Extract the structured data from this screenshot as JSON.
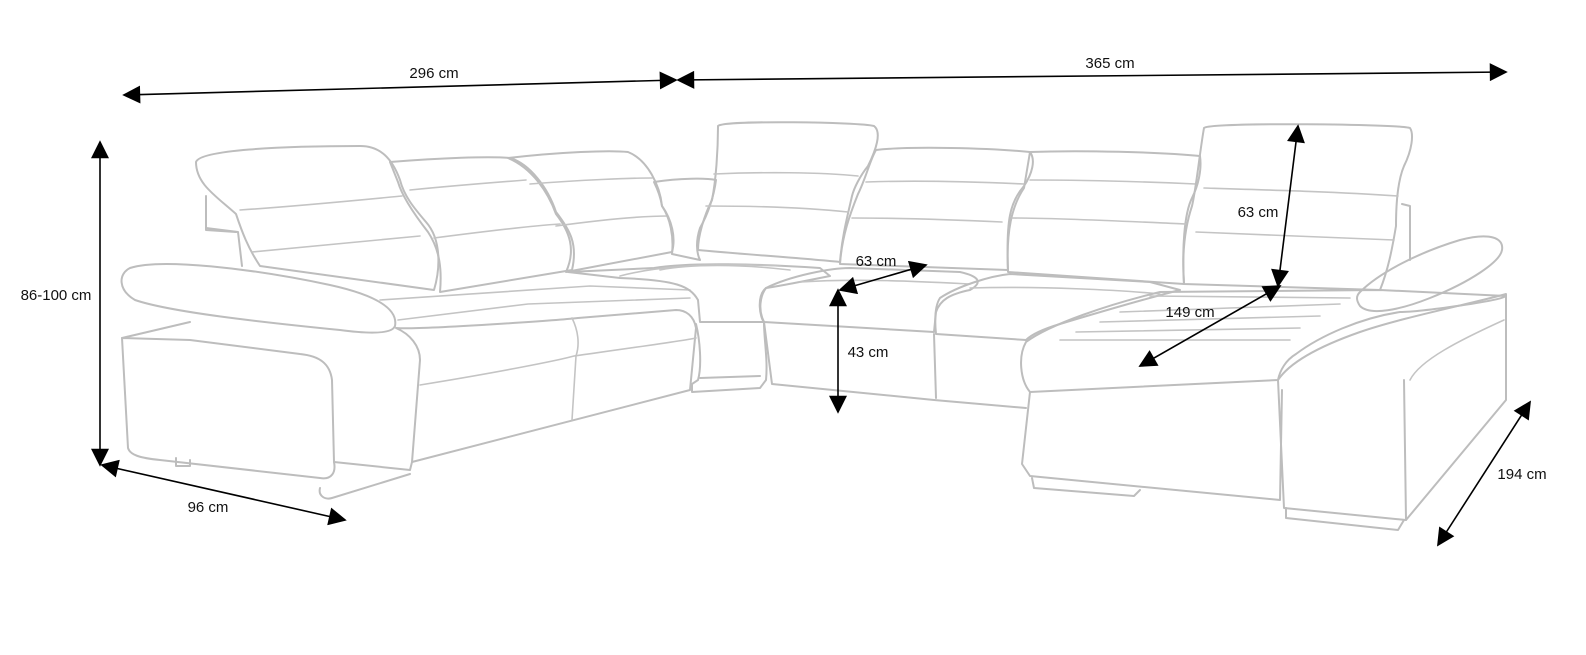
{
  "dimensions": {
    "left_width": "296 cm",
    "right_width": "365 cm",
    "height": "86-100 cm",
    "left_depth": "96 cm",
    "right_depth": "194 cm",
    "headrest_height_middle": "63 cm",
    "headrest_height_right": "63 cm",
    "seat_height": "43 cm",
    "chaise_length": "149 cm"
  },
  "colors": {
    "outline": "#bdbdbd",
    "dimension_line": "#000000",
    "background": "#ffffff"
  }
}
